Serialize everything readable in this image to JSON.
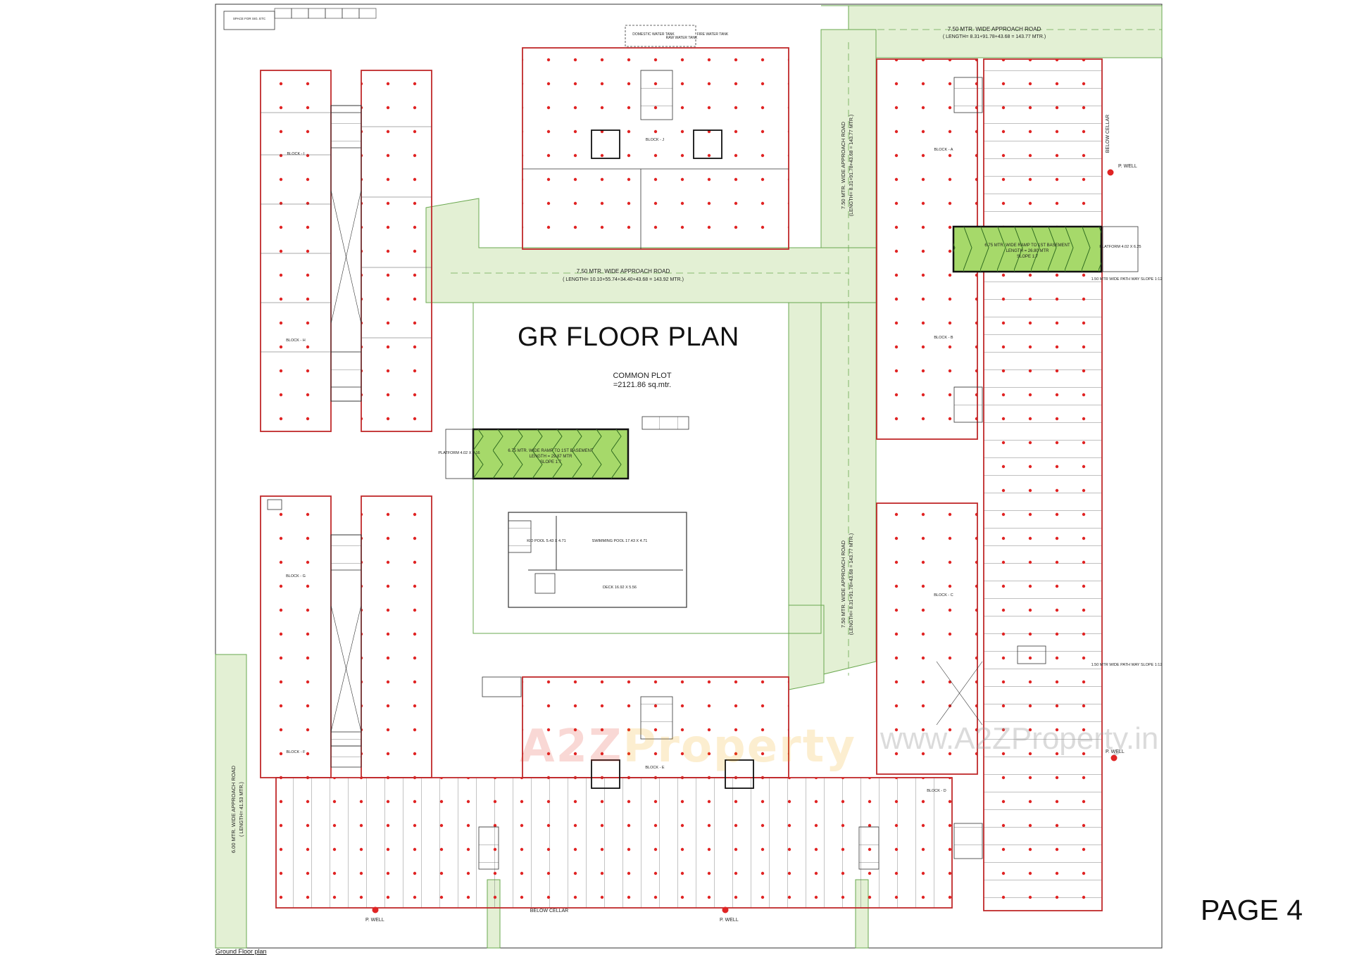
{
  "drawing": {
    "title": "GR FLOOR PLAN",
    "page_label": "PAGE 4",
    "caption": "Ground Floor plan",
    "common_plot": {
      "label": "COMMON PLOT",
      "area": "=2121.86 sq.mtr."
    }
  },
  "roads": {
    "top": {
      "name": "7.50 MTR. WIDE APPROACH ROAD",
      "length": "( LENGTH= 8.31+91.78+43.68 = 143.77 MTR.)"
    },
    "middle": {
      "name": "7.50 MTR. WIDE APPROACH ROAD",
      "length": "( LENGTH= 10.10+55.74+34.40+43.68 = 143.92 MTR.)"
    },
    "right_upper": {
      "name": "7.50 MTR. WIDE APPROACH ROAD",
      "length": "(LENGTH= 8.31+91.78+43.68 = 143.77 MTR.)"
    },
    "right_lower": {
      "name": "7.50 MTR. WIDE APPROACH ROAD",
      "length": "(LENGTH= 8.31+91.78+43.68 = 143.77 MTR.)"
    },
    "left": {
      "name": "6.00 MTR. WIDE APPROACH ROAD",
      "length": "( LENGTH= 41.53 MTR.)"
    }
  },
  "ramps": {
    "center": {
      "title": "6.75 MTR. WIDE RAMP TO 1ST BASEMENT",
      "length": "LENGTH = 29.87 MTR",
      "slope": "SLOPE 1:7"
    },
    "right": {
      "title": "6.75 MTR. WIDE RAMP TO 1ST BASEMENT",
      "length": "LENGTH = 26.80 MTR",
      "slope": "SLOPE 1:7"
    }
  },
  "platforms": {
    "center": "PLATFORM 4.02 X 7.16",
    "right": "PLATFORM 4.02 X 6.25"
  },
  "pathways": {
    "upper": "1.50 MTR WIDE PATH WAY SLOPE 1:12",
    "lower": "1.50 MTR WIDE PATH WAY SLOPE 1:12"
  },
  "pool": {
    "kid_pool": "KID POOL 5.43 X 4.71",
    "swimming_pool": "SWIMMING POOL 17.43 X 4.71",
    "deck": "DECK 16.92 X 5.56"
  },
  "labels": {
    "p_well": "P. WELL",
    "below_cellar": "BELOW CELLAR",
    "block_a": "BLOCK - A",
    "block_b": "BLOCK - B",
    "block_c": "BLOCK - C",
    "block_d": "BLOCK - D",
    "block_e": "BLOCK - E",
    "block_f": "BLOCK - F",
    "block_g": "BLOCK - G",
    "block_h": "BLOCK - H",
    "block_i": "BLOCK - I",
    "block_j": "BLOCK - J",
    "domestic_tank": "DOMESTIC WATER TANK",
    "fire_tank": "FIRE WATER TANK",
    "raw_tank": "RAW WATER TANK",
    "space_stamp": "SPACE FOR SIG. ETC"
  },
  "watermark": {
    "brand_a": "A2Z",
    "brand_b": "Property",
    "url": "www.A2ZProperty.in"
  },
  "colors": {
    "wall": "#c0282a",
    "road": "#e3f0d4",
    "road_edge": "#6aa84f",
    "ramp": "#a6d96a",
    "column": "#e02424",
    "line": "#333333"
  }
}
